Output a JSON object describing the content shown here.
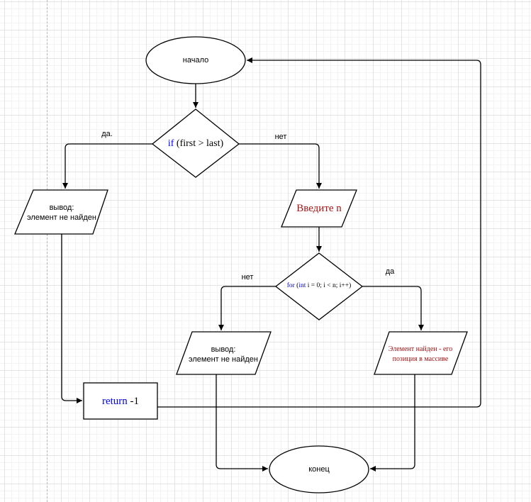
{
  "nodes": {
    "start": "начало",
    "condition": {
      "keyword": "if",
      "rest": " (first > last)"
    },
    "output_left": {
      "line1": "вывод:",
      "line2": "элемент не найден"
    },
    "input_n": "Введите n",
    "loop": {
      "keyword": "for",
      "open": " (",
      "type_kw": "int",
      "rest": " i = 0; i < n; i++)"
    },
    "output_middle": {
      "line1": "вывод:",
      "line2": "элемент не найден"
    },
    "output_found": {
      "line1": "Элемент найден - его",
      "line2": "позиция в массиве"
    },
    "return_block": {
      "keyword": "return",
      "rest": " -1"
    },
    "end": "конец"
  },
  "edge_labels": {
    "cond_yes": "да.",
    "cond_no": "нет",
    "loop_no": "нет",
    "loop_yes": "да"
  },
  "colors": {
    "stroke": "#000000",
    "keyword": "#0000ff",
    "string": "#a31515",
    "grid": "#e4e4e4"
  }
}
